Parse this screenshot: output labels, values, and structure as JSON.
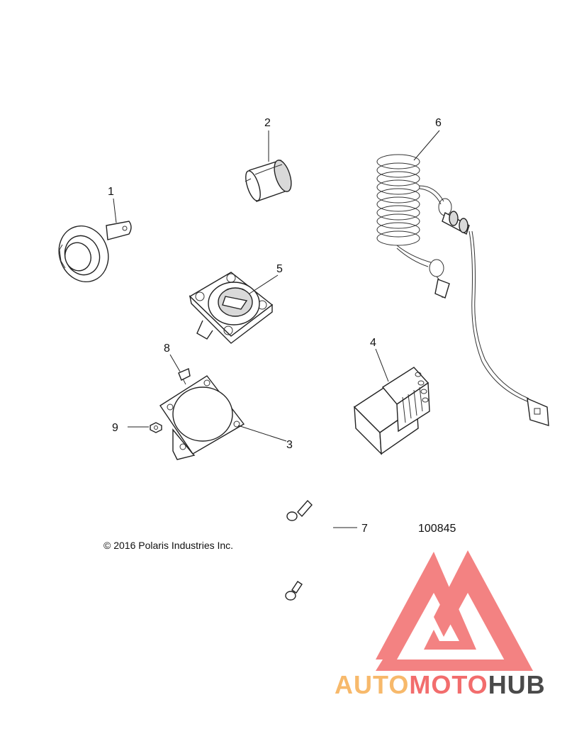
{
  "callouts": [
    "1",
    "2",
    "3",
    "4",
    "5",
    "6",
    "7",
    "8",
    "9"
  ],
  "diagram_number": "100845",
  "copyright": "© 2016 Polaris Industries Inc.",
  "watermark": {
    "logo_text_1": "AUTO",
    "logo_text_2": "MOTO",
    "logo_text_3": "HUB",
    "color_primary": "#f26d6d",
    "color_secondary": "#f7b96b",
    "color_dark": "#4a4a4a"
  }
}
